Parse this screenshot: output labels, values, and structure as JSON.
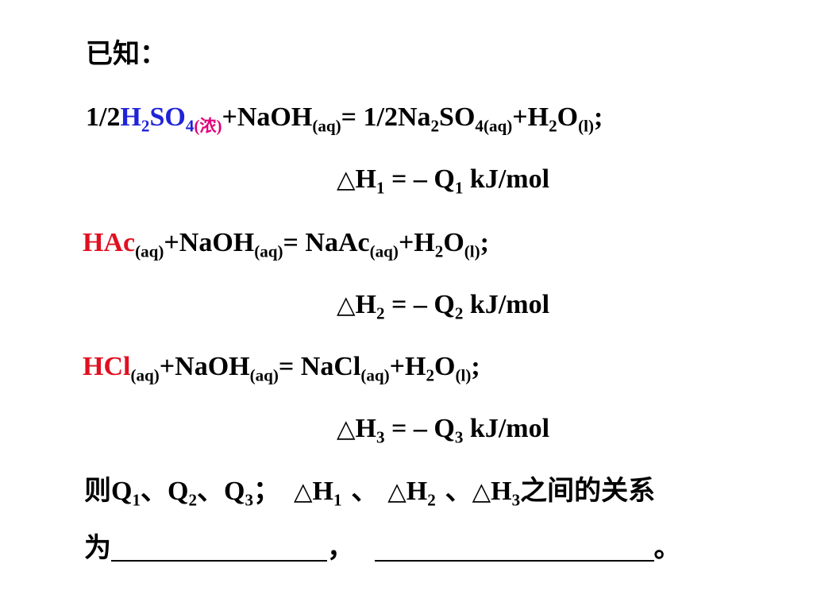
{
  "known_label": "已知：",
  "eq1": {
    "coef": "1/2",
    "acid_h": "H",
    "acid_h_sub": "2",
    "acid_so": "SO",
    "acid_so_sub": "4",
    "acid_state": "(浓)",
    "plus_naoh": "+NaOH",
    "naoh_state": "(aq)",
    "equals": "= 1/2Na",
    "na_sub": "2",
    "so": "SO",
    "so_sub": "4(aq)",
    "plus_h": "+H",
    "h2_sub": "2",
    "o": "O",
    "o_state": "(l)",
    "end": ";"
  },
  "dh1": {
    "tri": "△",
    "h": "H",
    "h_sub": "1",
    "mid": " = – Q",
    "q_sub": "1",
    "unit": " kJ/mol"
  },
  "eq2": {
    "hac": "HAc",
    "hac_state": "(aq)",
    "plus_naoh": "+NaOH",
    "naoh_state": "(aq)",
    "equals": "= NaAc",
    "naac_state": "(aq)",
    "plus_h": "+H",
    "h2_sub": "2",
    "o": "O",
    "o_state": "(l)",
    "end": ";"
  },
  "dh2": {
    "tri": "△",
    "h": "H",
    "h_sub": "2",
    "mid": " = – Q",
    "q_sub": "2",
    "unit": " kJ/mol"
  },
  "eq3": {
    "hcl": "HCl",
    "hcl_state": "(aq)",
    "plus_naoh": "+NaOH",
    "naoh_state": "(aq)",
    "equals": "= NaCl",
    "nacl_state": "(aq)",
    "plus_h": "+H",
    "h2_sub": "2",
    "o": "O",
    "o_state": "(l)",
    "end": ";"
  },
  "dh3": {
    "tri": "△",
    "h": "H",
    "h_sub": "3",
    "mid": " = – Q",
    "q_sub": "3",
    "unit": " kJ/mol"
  },
  "question": {
    "ze": "则",
    "q": "Q",
    "q1": "1",
    "sep1": "、",
    "q2": "2",
    "sep2": "、",
    "q3": "3",
    "semi": "；",
    "tri": "△",
    "h": "H",
    "h1": "1",
    "sep3": " 、 ",
    "h2": "2",
    "sep4": " 、",
    "h3": "3",
    "tail": "之间的关系",
    "wei": "为",
    "comma": "，",
    "period": "。"
  },
  "colors": {
    "blue": "#1f23d8",
    "magenta": "#e0007a",
    "red": "#e01020"
  }
}
